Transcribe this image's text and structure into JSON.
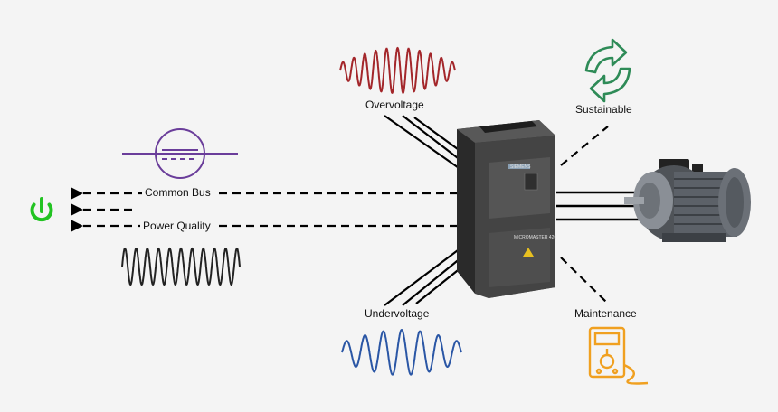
{
  "labels": {
    "common_bus": "Common Bus",
    "power_quality": "Power Quality",
    "overvoltage": "Overvoltage",
    "undervoltage": "Undervoltage",
    "sustainable": "Sustainable",
    "maintenance": "Maintenance"
  },
  "drive": {
    "brand": "SIEMENS",
    "model": "MICROMASTER 420"
  },
  "colors": {
    "background": "#f4f4f4",
    "lines": "#111111",
    "power_icon": "#22c322",
    "bus_symbol": "#6a3d9a",
    "overvoltage_wave": "#a3262a",
    "undervoltage_wave": "#2a56a5",
    "power_quality_wave": "#222222",
    "sustainable_icon": "#2e8b57",
    "maintenance_icon": "#f0a020"
  },
  "icons": [
    "power-icon",
    "bus-symbol-icon",
    "recycle-icon",
    "multimeter-icon",
    "motor-icon"
  ]
}
